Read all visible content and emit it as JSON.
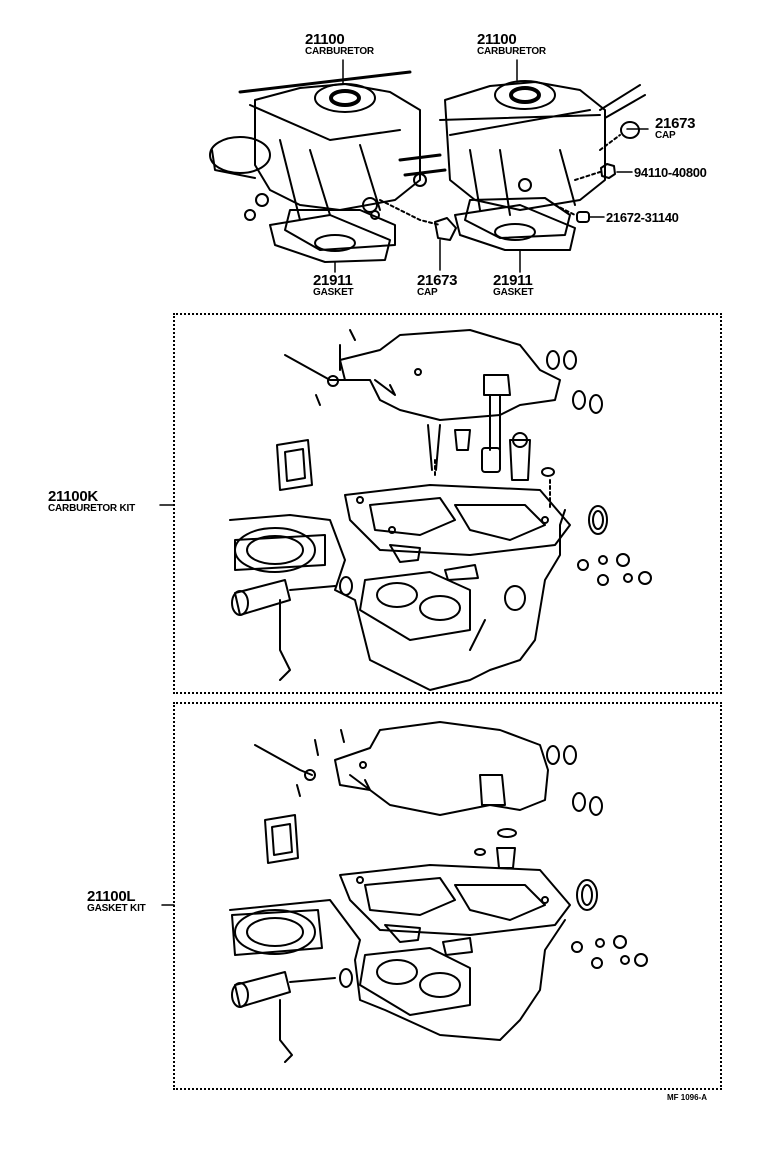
{
  "top_labels": {
    "carb_left": {
      "number": "21100",
      "name": "CARBURETOR"
    },
    "carb_right": {
      "number": "21100",
      "name": "CARBURETOR"
    },
    "cap_right": {
      "number": "21673",
      "name": "CAP"
    },
    "nut": {
      "number": "94110-40800"
    },
    "plug": {
      "number": "21672-31140"
    },
    "gasket_left": {
      "number": "21911",
      "name": "GASKET"
    },
    "cap_bottom": {
      "number": "21673",
      "name": "CAP"
    },
    "gasket_right": {
      "number": "21911",
      "name": "GASKET"
    }
  },
  "kits": [
    {
      "number": "21100K",
      "name": "CARBURETOR KIT"
    },
    {
      "number": "21100L",
      "name": "GASKET KIT"
    }
  ],
  "footer": {
    "ref": "MF 1096-A"
  }
}
